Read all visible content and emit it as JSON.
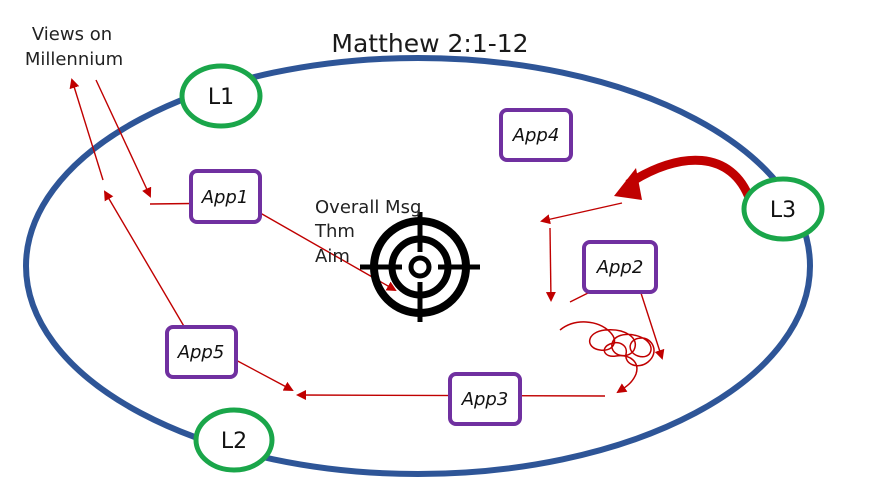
{
  "title": "Matthew 2:1-12",
  "side_note": {
    "line1": "Views on",
    "line2": "Millennium"
  },
  "center": {
    "line1": "Overall Msg",
    "line2": "Thm",
    "line3": "Aim"
  },
  "leaders": [
    "L1",
    "L2",
    "L3"
  ],
  "apps": [
    "App1",
    "App2",
    "App3",
    "App4",
    "App5"
  ],
  "colors": {
    "ellipse_stroke": "#2e5597",
    "leader_stroke": "#1aa64a",
    "app_stroke": "#7030a0",
    "arrow": "#c00000",
    "target": "#000000"
  },
  "icons": {
    "target": "crosshair-target-icon"
  }
}
